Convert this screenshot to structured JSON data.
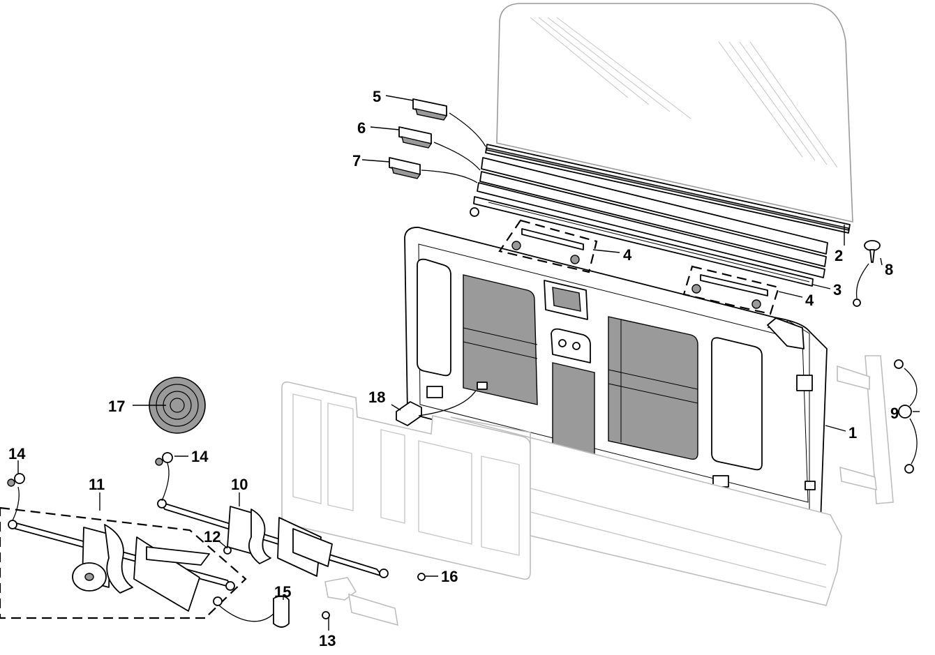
{
  "diagram": {
    "callouts": [
      {
        "id": "5",
        "text": "5"
      },
      {
        "id": "6",
        "text": "6"
      },
      {
        "id": "7",
        "text": "7"
      },
      {
        "id": "4a",
        "text": "4"
      },
      {
        "id": "2",
        "text": "2"
      },
      {
        "id": "8",
        "text": "8"
      },
      {
        "id": "3",
        "text": "3"
      },
      {
        "id": "4b",
        "text": "4"
      },
      {
        "id": "1",
        "text": "1"
      },
      {
        "id": "9",
        "text": "9"
      },
      {
        "id": "17",
        "text": "17"
      },
      {
        "id": "18",
        "text": "18"
      },
      {
        "id": "14a",
        "text": "14"
      },
      {
        "id": "14b",
        "text": "14"
      },
      {
        "id": "11",
        "text": "11"
      },
      {
        "id": "10",
        "text": "10"
      },
      {
        "id": "12",
        "text": "12"
      },
      {
        "id": "16",
        "text": "16"
      },
      {
        "id": "15",
        "text": "15"
      },
      {
        "id": "13",
        "text": "13"
      }
    ]
  }
}
